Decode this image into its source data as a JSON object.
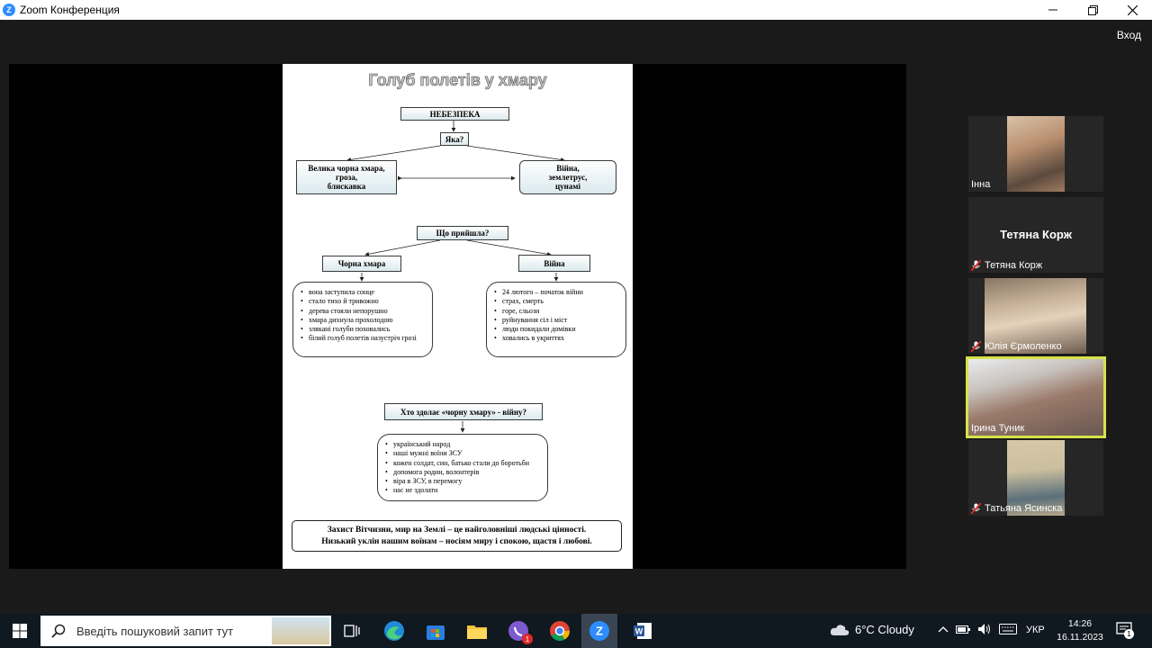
{
  "window": {
    "title": "Zoom Конференция",
    "login_label": "Вход"
  },
  "document": {
    "title": "Голуб полетів у хмару",
    "box_danger": "НЕБЕЗПЕКА",
    "box_which": "Яка?",
    "box_left_lines": [
      "Велика чорна хмара,",
      "гроза,",
      "блискавка"
    ],
    "box_right_lines": [
      "Війна,",
      "землетрус,",
      "цунамі"
    ],
    "box_what_came": "Що прийшла?",
    "box_black_cloud": "Чорна хмара",
    "box_war": "Війна",
    "list_cloud": [
      "вона заступила сонце",
      "стало тихо й тривожно",
      "дерева стояли непорушно",
      "хмара дихнула прохолодою",
      "зляканi голуби поховались",
      "білий голуб полетів назустріч грозі"
    ],
    "list_war": [
      "24 лютого – початок війни",
      "страх, смерть",
      "горе, сльози",
      "руйнування сіл і міст",
      "люди покидали домівки",
      "ховались  в укриттях"
    ],
    "box_who": "Хто здолає «чорну хмару» - війну?",
    "list_who": [
      "український народ",
      "наші мужні воїни ЗСУ",
      "кожен солдат, син, батько стали до боротьби",
      "допомога родин, волонтерів",
      "віра в ЗСУ, в перемогу",
      "нас не здолати"
    ],
    "conclusion_line1": "Захист Вітчизни, мир на Землі – це найголовніші людські цінності.",
    "conclusion_line2": "Низький уклін нашим воїнам – носіям миру і спокою, щастя і любові."
  },
  "participants": [
    {
      "name": "Інна",
      "muted": false
    },
    {
      "name": "Тетяна Корж",
      "big_name": "Тетяна Корж",
      "muted": true
    },
    {
      "name": "Юлія Єрмоленко",
      "muted": true
    },
    {
      "name": "Ірина Туник",
      "muted": false,
      "speaking": true
    },
    {
      "name": "Татьяна Ясинска",
      "muted": true
    }
  ],
  "taskbar": {
    "search_placeholder": "Введіть пошуковий запит тут",
    "weather": "6°C  Cloudy",
    "language": "УКР",
    "time": "14:26",
    "date": "16.11.2023",
    "viber_badge": "1",
    "notification_badge": "1"
  },
  "colors": {
    "zoom_blue": "#2d8cff",
    "speaker_border": "#d6e24a",
    "mute_red": "#e02828"
  }
}
